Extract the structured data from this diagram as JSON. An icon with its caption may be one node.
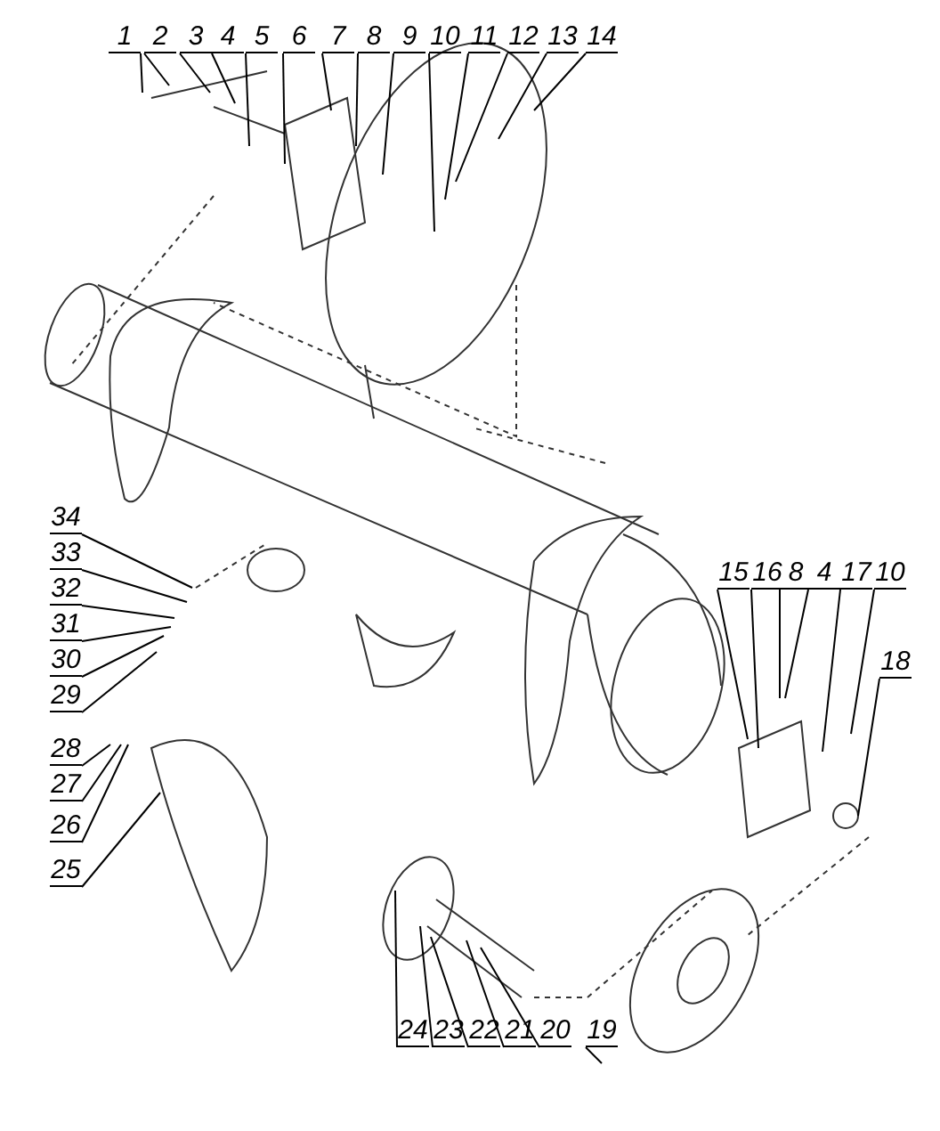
{
  "diagram": {
    "nodes": [
      {
        "text": [
          "1"
        ]
      },
      {
        "text": [
          "2"
        ]
      },
      {
        "text": [
          "3"
        ]
      },
      {
        "text": [
          "4"
        ]
      },
      {
        "text": [
          "5"
        ]
      },
      {
        "text": [
          "6"
        ]
      },
      {
        "text": [
          "7"
        ]
      },
      {
        "text": [
          "8"
        ]
      },
      {
        "text": [
          "9"
        ]
      },
      {
        "text": [
          "10"
        ]
      },
      {
        "text": [
          "11"
        ]
      },
      {
        "text": [
          "12"
        ]
      },
      {
        "text": [
          "13"
        ]
      },
      {
        "text": [
          "14"
        ]
      },
      {
        "text": [
          "15"
        ]
      },
      {
        "text": [
          "16"
        ]
      },
      {
        "text": [
          "8"
        ]
      },
      {
        "text": [
          "4"
        ]
      },
      {
        "text": [
          "17"
        ]
      },
      {
        "text": [
          "10"
        ]
      },
      {
        "text": [
          "18"
        ]
      },
      {
        "text": [
          "34"
        ]
      },
      {
        "text": [
          "33"
        ]
      },
      {
        "text": [
          "32"
        ]
      },
      {
        "text": [
          "31"
        ]
      },
      {
        "text": [
          "30"
        ]
      },
      {
        "text": [
          "29"
        ]
      },
      {
        "text": [
          "28"
        ]
      },
      {
        "text": [
          "27"
        ]
      },
      {
        "text": [
          "26"
        ]
      },
      {
        "text": [
          "25"
        ]
      },
      {
        "text": [
          "24"
        ]
      },
      {
        "text": [
          "23"
        ]
      },
      {
        "text": [
          "22"
        ]
      },
      {
        "text": [
          "21"
        ]
      },
      {
        "text": [
          "20"
        ]
      },
      {
        "text": [
          "19"
        ]
      }
    ],
    "edges": [
      {
        "from": 0,
        "to": null,
        "arrow": "none"
      },
      {
        "from": 1,
        "to": null,
        "arrow": "none"
      },
      {
        "from": 2,
        "to": null,
        "arrow": "none"
      },
      {
        "from": 3,
        "to": null,
        "arrow": "none"
      },
      {
        "from": 4,
        "to": null,
        "arrow": "none"
      },
      {
        "from": 5,
        "to": null,
        "arrow": "none"
      },
      {
        "from": 6,
        "to": null,
        "arrow": "none"
      },
      {
        "from": 7,
        "to": null,
        "arrow": "none"
      },
      {
        "from": 8,
        "to": null,
        "arrow": "none"
      },
      {
        "from": 9,
        "to": null,
        "arrow": "none"
      },
      {
        "from": 10,
        "to": null,
        "arrow": "none"
      },
      {
        "from": 11,
        "to": null,
        "arrow": "none"
      },
      {
        "from": 12,
        "to": null,
        "arrow": "none"
      },
      {
        "from": 13,
        "to": null,
        "arrow": "none"
      },
      {
        "from": 14,
        "to": null,
        "arrow": "none"
      },
      {
        "from": 15,
        "to": null,
        "arrow": "none"
      },
      {
        "from": 16,
        "to": null,
        "arrow": "none"
      },
      {
        "from": 17,
        "to": null,
        "arrow": "none"
      },
      {
        "from": 18,
        "to": null,
        "arrow": "none"
      },
      {
        "from": 19,
        "to": null,
        "arrow": "none"
      },
      {
        "from": 20,
        "to": null,
        "arrow": "none"
      },
      {
        "from": 21,
        "to": null,
        "arrow": "none"
      },
      {
        "from": 22,
        "to": null,
        "arrow": "none"
      },
      {
        "from": 23,
        "to": null,
        "arrow": "none"
      },
      {
        "from": 24,
        "to": null,
        "arrow": "none"
      },
      {
        "from": 25,
        "to": null,
        "arrow": "none"
      },
      {
        "from": 26,
        "to": null,
        "arrow": "none"
      },
      {
        "from": 27,
        "to": null,
        "arrow": "none"
      },
      {
        "from": 28,
        "to": null,
        "arrow": "none"
      },
      {
        "from": 29,
        "to": null,
        "arrow": "none"
      },
      {
        "from": 30,
        "to": null,
        "arrow": "none"
      },
      {
        "from": 31,
        "to": null,
        "arrow": "none"
      },
      {
        "from": 32,
        "to": null,
        "arrow": "none"
      },
      {
        "from": 33,
        "to": null,
        "arrow": "none"
      },
      {
        "from": 34,
        "to": null,
        "arrow": "none"
      },
      {
        "from": 35,
        "to": null,
        "arrow": "none"
      },
      {
        "from": 36,
        "to": null,
        "arrow": "none"
      }
    ]
  }
}
